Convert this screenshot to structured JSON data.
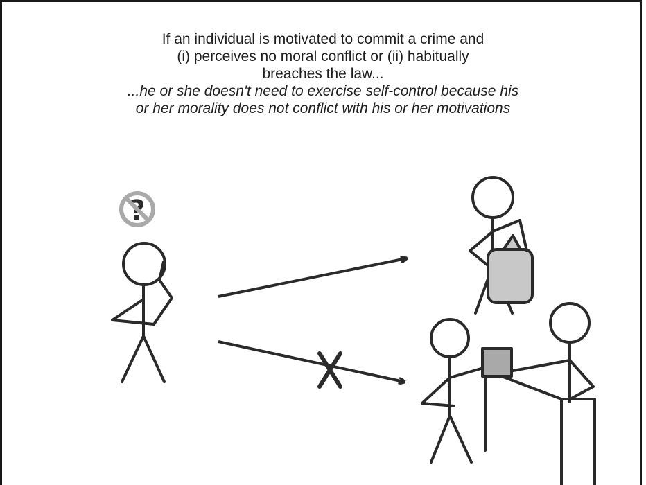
{
  "caption": {
    "line1": "If an individual is motivated to commit a crime and",
    "line2": "(i) perceives no moral conflict or (ii) habitually",
    "line3": "breaches the law...",
    "line4": "...he or she doesn't need to exercise self-control because his",
    "line5": "or her morality does not conflict with his or her motivations"
  },
  "icons": {
    "no_question": "no-question-mark-icon",
    "thief": "thief-with-bag-figure",
    "shop": "shop-counter-figures",
    "cross": "cross-x-icon"
  },
  "colors": {
    "stroke": "#2a2a2a",
    "fill_gray": "#c8c8c8",
    "icon_gray": "#a9a9a9"
  }
}
